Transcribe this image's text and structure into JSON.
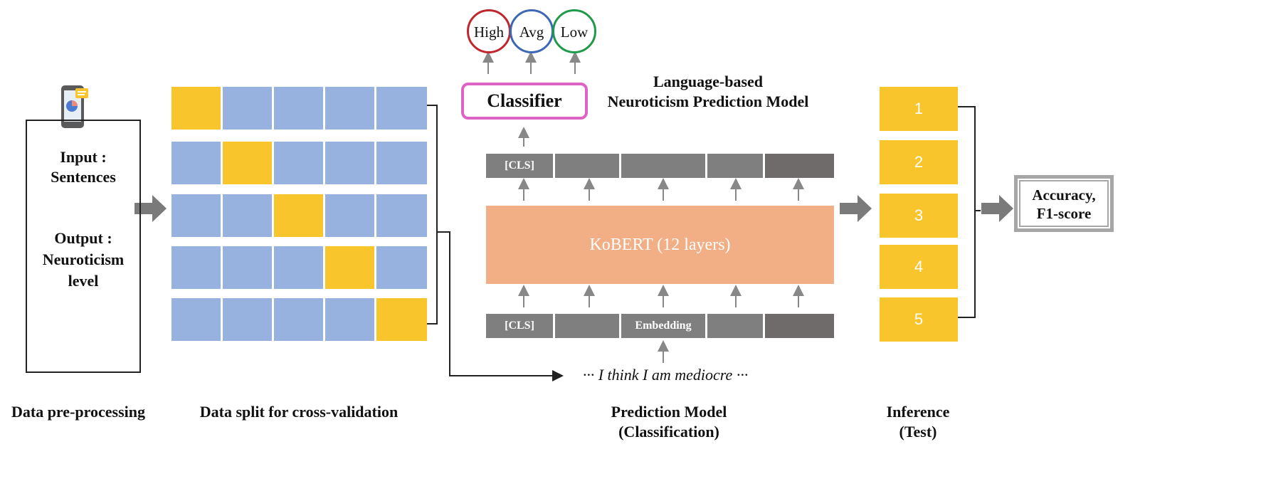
{
  "preprocess": {
    "input_label": "Input :",
    "input_value": "Sentences",
    "output_label": "Output :",
    "output_value_line1": "Neuroticism",
    "output_value_line2": "level",
    "caption": "Data pre-processing"
  },
  "split": {
    "caption": "Data split for cross-validation",
    "folds_count": 5
  },
  "model": {
    "title_line1": "Language-based",
    "title_line2": "Neuroticism Prediction Model",
    "classifier_label": "Classifier",
    "outputs": [
      "High",
      "Avg",
      "Low"
    ],
    "output_colors": [
      "#c0262e",
      "#3d68b5",
      "#1f9a4a"
    ],
    "top_tokens": [
      "[CLS]",
      "",
      "",
      "",
      ""
    ],
    "bottom_tokens": [
      "[CLS]",
      "",
      "Embedding",
      "",
      ""
    ],
    "kobert_label": "KoBERT (12 layers)",
    "input_sentence": "··· I think I am mediocre ···",
    "caption_line1": "Prediction Model",
    "caption_line2": "(Classification)"
  },
  "inference": {
    "folds": [
      "1",
      "2",
      "3",
      "4",
      "5"
    ],
    "caption_line1": "Inference",
    "caption_line2": "(Test)",
    "metrics_line1": "Accuracy,",
    "metrics_line2": "F1-score"
  },
  "colors": {
    "fold_train": "#97b2de",
    "fold_test": "#f8c62c",
    "kobert": "#f2ae85",
    "classifier_border": "#dd63c4",
    "token_gray": "#7f7f7f"
  }
}
